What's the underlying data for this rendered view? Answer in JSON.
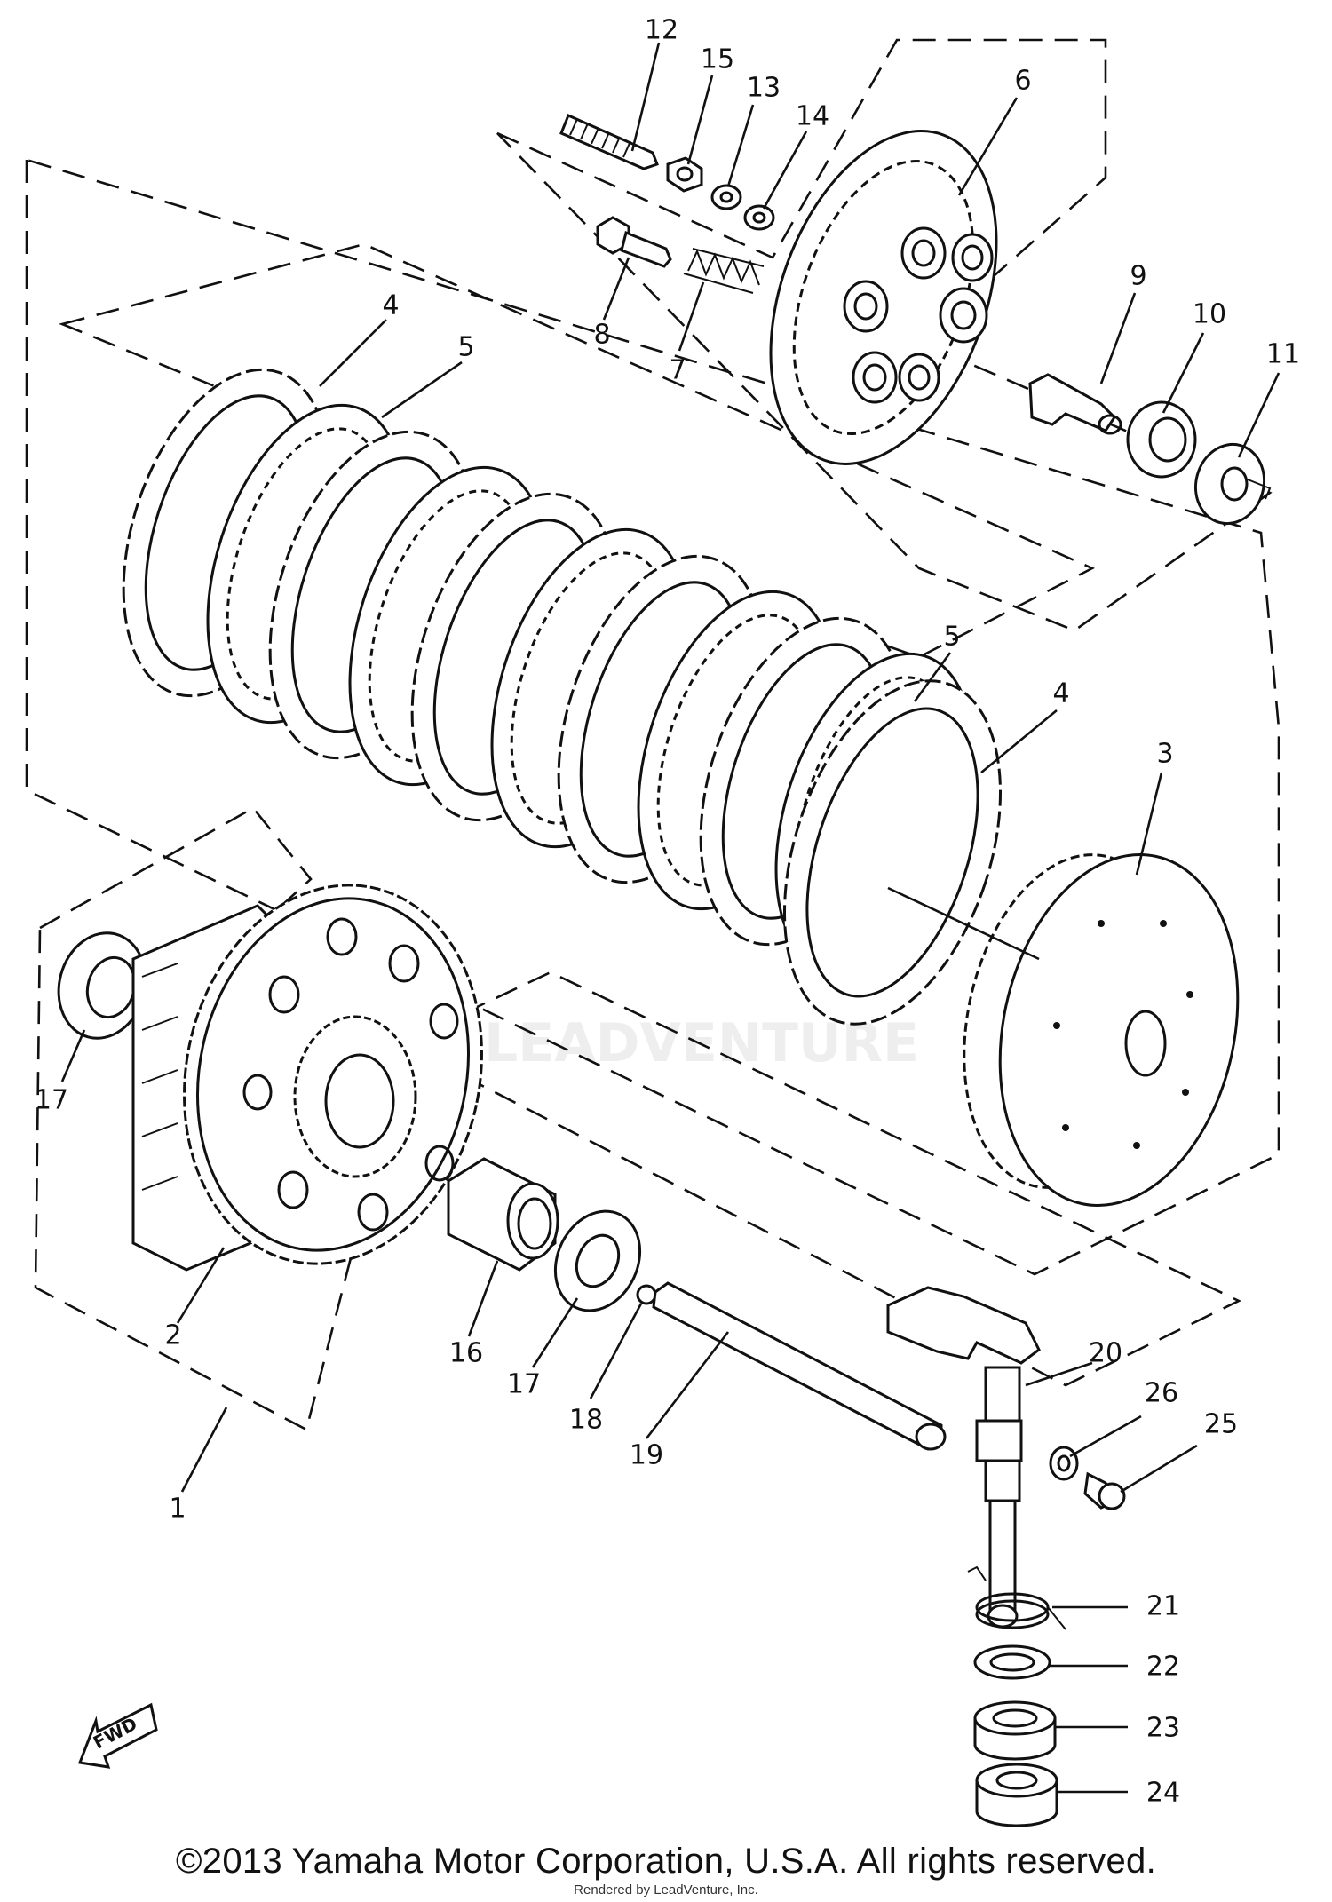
{
  "diagram": {
    "labels": {
      "p1": "1",
      "p2": "2",
      "p3": "3",
      "p4a": "4",
      "p4b": "4",
      "p5a": "5",
      "p5b": "5",
      "p6": "6",
      "p7": "7",
      "p8": "8",
      "p9": "9",
      "p10": "10",
      "p11": "11",
      "p12": "12",
      "p13": "13",
      "p14": "14",
      "p15": "15",
      "p16": "16",
      "p17a": "17",
      "p17b": "17",
      "p18": "18",
      "p19": "19",
      "p20": "20",
      "p21": "21",
      "p22": "22",
      "p23": "23",
      "p24": "24",
      "p25": "25",
      "p26": "26"
    },
    "fwd_label": "FWD",
    "watermark": "LEADVENTURE"
  },
  "footer": {
    "copyright": "©2013 Yamaha Motor Corporation, U.S.A. All rights reserved.",
    "rendered_by": "Rendered by LeadVenture, Inc."
  }
}
